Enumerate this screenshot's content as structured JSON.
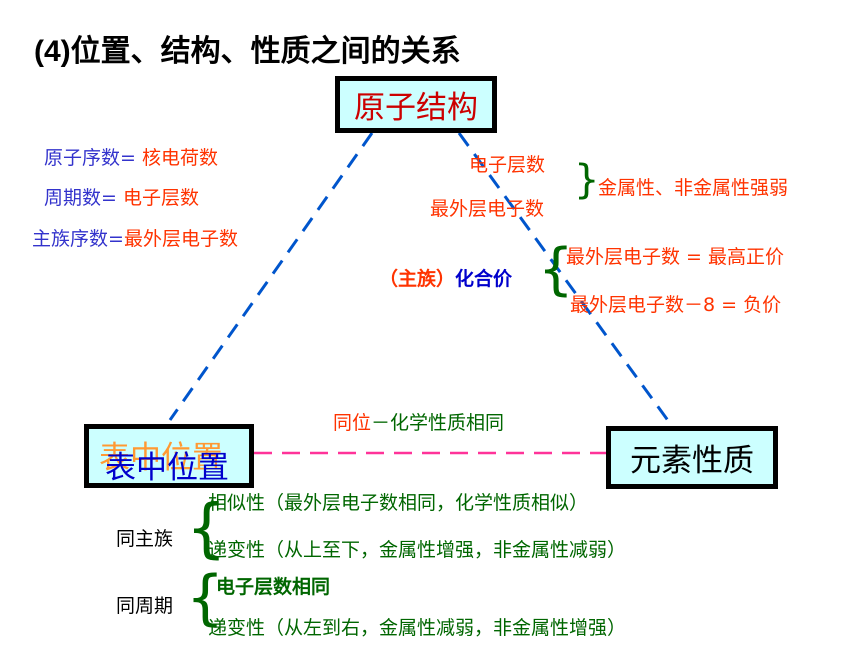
{
  "title": {
    "num": "(4)",
    "text": "位置、结构、性质之间的关系"
  },
  "boxes": {
    "structure": "原子结构",
    "position": "表中位置",
    "position_shadow": "表中位置",
    "property": "元素性质"
  },
  "left_relations": [
    {
      "left": "原子序数",
      "eq": "=",
      "right": " 核电荷数"
    },
    {
      "left": "周期数",
      "eq": "=",
      "right": " 电子层数"
    },
    {
      "left": "主族序数",
      "eq": "=",
      "right": "最外层电子数"
    }
  ],
  "right_relations": {
    "electron_layers": "电子层数",
    "outer_electrons": "最外层电子数",
    "metallic": "金属性、非金属性强弱",
    "valence_prefix": "（主族）",
    "valence_label": "化合价",
    "highest_valence": "最外层电子数 = 最高正价",
    "negative_valence": "最外层电子数－8 = 负价"
  },
  "bottom_line": {
    "prefix": "同位",
    "text": "－化学性质相同"
  },
  "group": {
    "label": "同主族",
    "similar": "相似性（最外层电子数相同，化学性质相似）",
    "trend": "递变性（从上至下，金属性增强，非金属性减弱）"
  },
  "period": {
    "label": "同周期",
    "same": "电子层数相同",
    "trend": "递变性（从左到右，金属性减弱，非金属性增强）"
  },
  "colors": {
    "box_fill": "#ccffff",
    "dashed_blue": "#0055cc",
    "dashed_pink": "#ff3399",
    "label_blue": "#3333cc",
    "label_red": "#ff3300",
    "label_green": "#006600"
  }
}
